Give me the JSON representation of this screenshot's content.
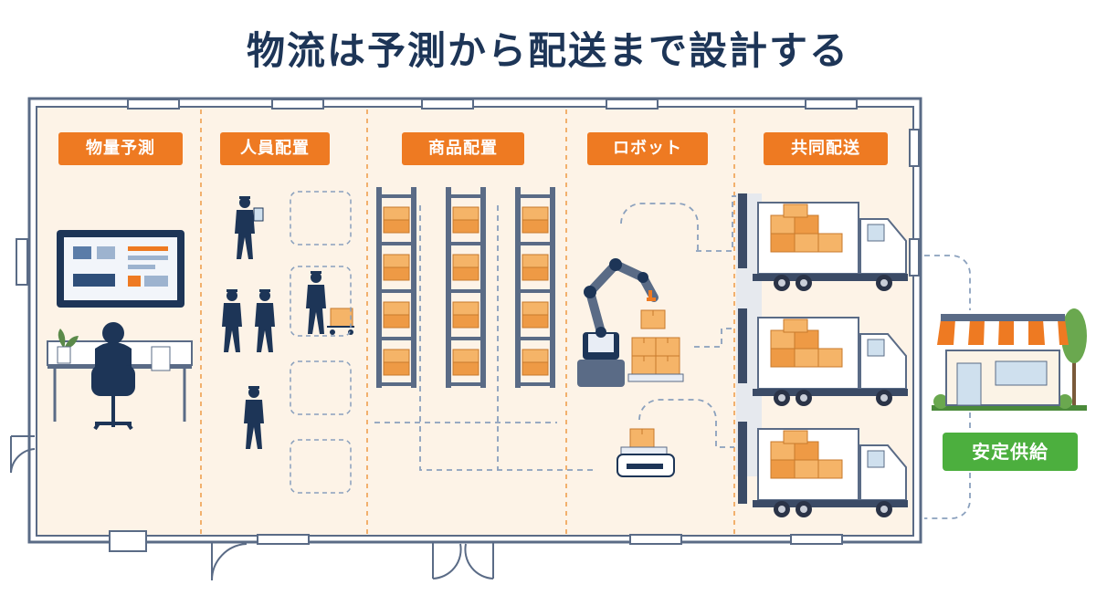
{
  "title": "物流は予測から配送まで設計する",
  "zones": [
    {
      "label": "物量予測",
      "icon": "forecast-workstation-icon"
    },
    {
      "label": "人員配置",
      "icon": "worker-group-icon"
    },
    {
      "label": "商品配置",
      "icon": "storage-rack-icon"
    },
    {
      "label": "ロボット",
      "icon": "robot-arm-icon"
    },
    {
      "label": "共同配送",
      "icon": "delivery-truck-icon"
    }
  ],
  "destination": {
    "label": "安定供給",
    "icon": "store-icon"
  },
  "colors": {
    "navy": "#1d3557",
    "orange": "#ee7a22",
    "green": "#4caf3e",
    "floor": "#fdf3e7",
    "wall": "#5a6b86"
  }
}
